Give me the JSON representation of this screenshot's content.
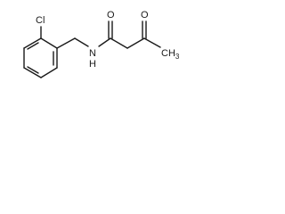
{
  "molecule": {
    "atom_labels": {
      "chlorine": "Cl",
      "amide_nitrogen": "N",
      "amide_hydrogen": "H",
      "amide_oxygen": "O",
      "ketone_oxygen": "O",
      "methyl": "CH",
      "methyl_subscript": "3"
    },
    "colors": {
      "bond": "#1a1a1a",
      "text": "#1a1a1a",
      "background": "#ffffff"
    }
  }
}
